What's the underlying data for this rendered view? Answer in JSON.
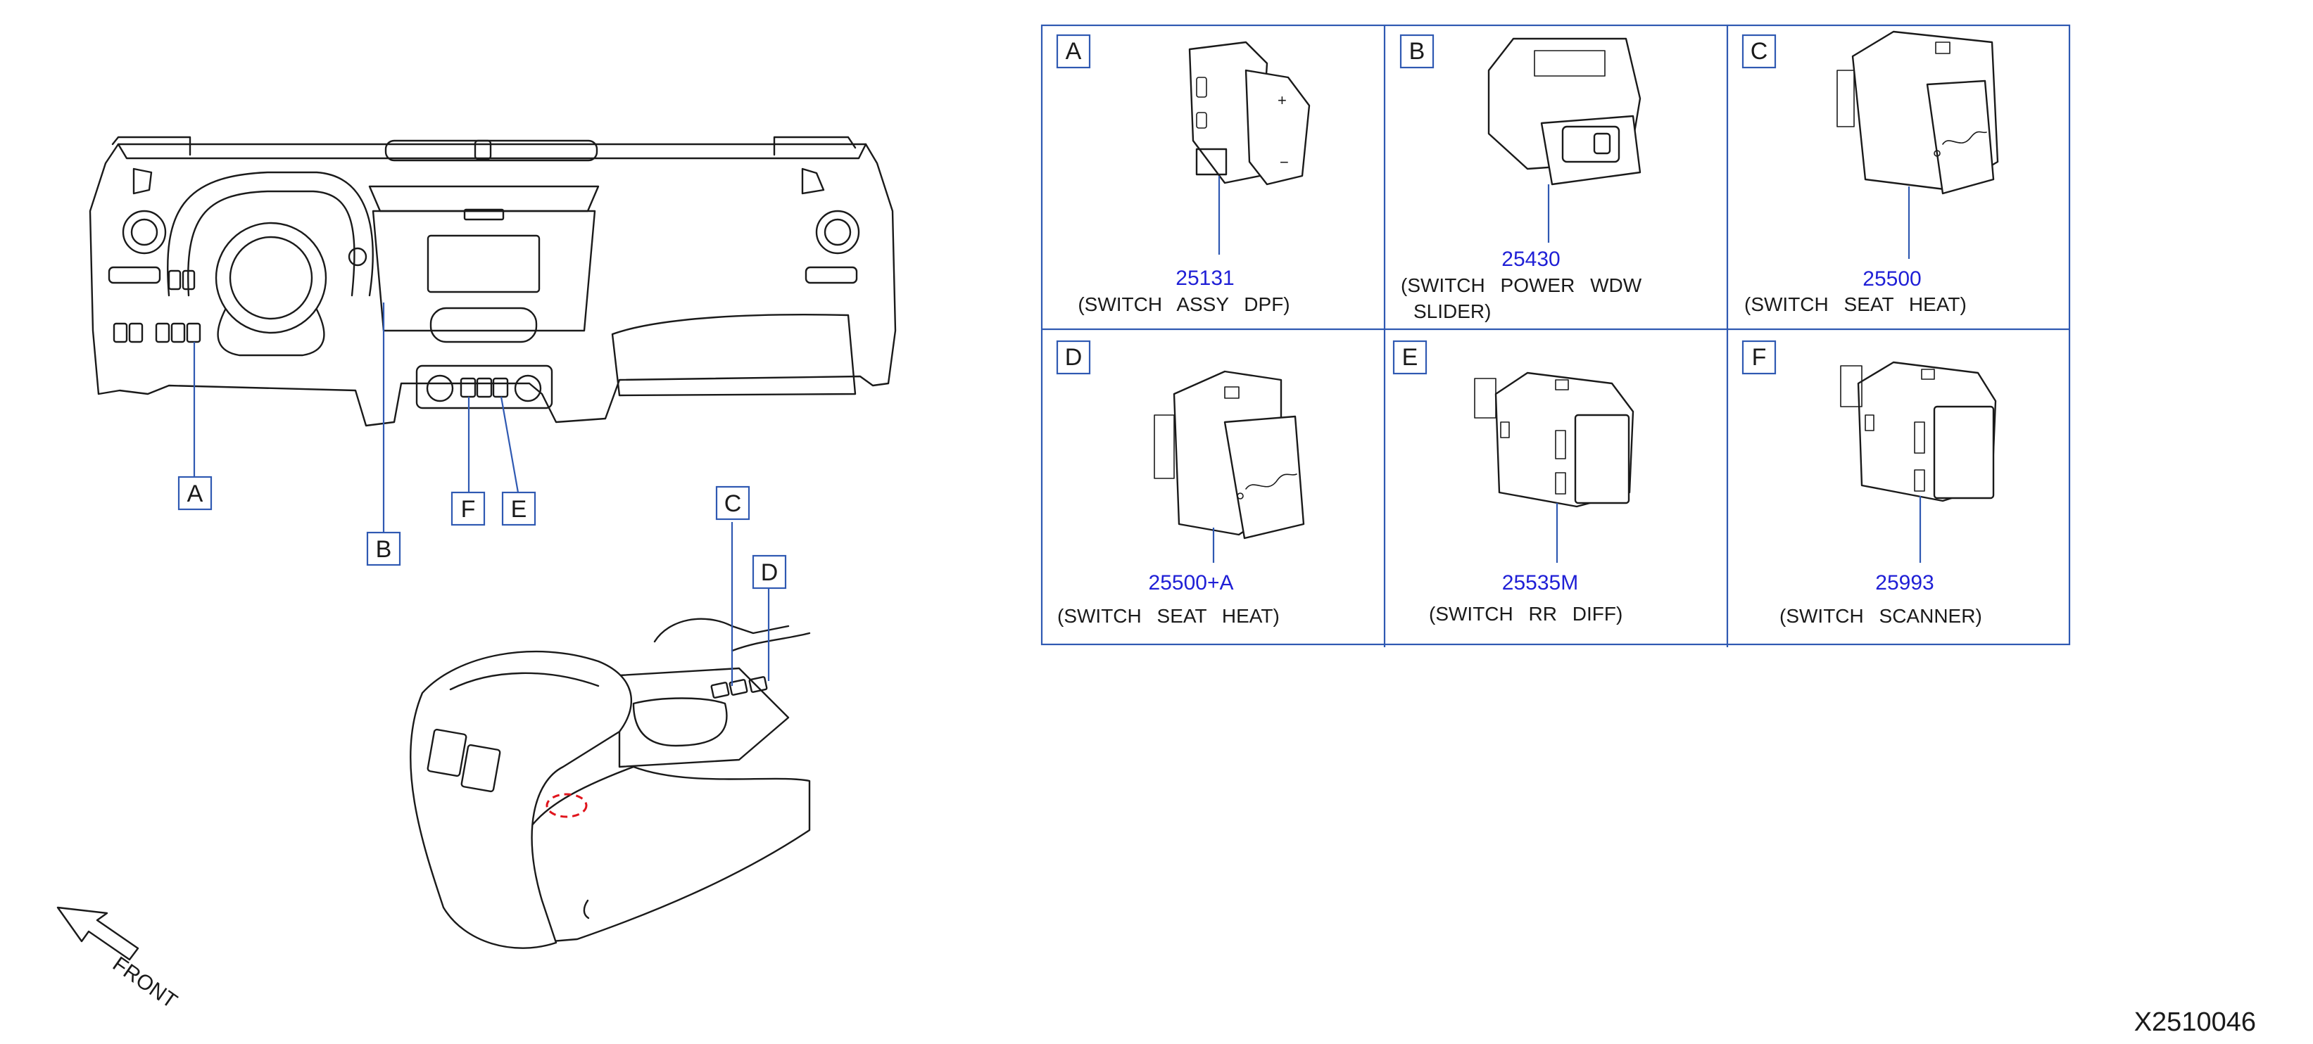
{
  "overview": {
    "callouts": [
      "A",
      "B",
      "C",
      "D",
      "E",
      "F"
    ],
    "front_label": "FRONT"
  },
  "parts": [
    {
      "letter": "A",
      "part_number": "25131",
      "description": "(SWITCH ASSY DPF)"
    },
    {
      "letter": "B",
      "part_number": "25430",
      "description": "(SWITCH POWER WDW",
      "description2": "SLIDER)"
    },
    {
      "letter": "C",
      "part_number": "25500",
      "description": "(SWITCH SEAT HEAT)"
    },
    {
      "letter": "D",
      "part_number": "25500+A",
      "description": "(SWITCH SEAT HEAT)"
    },
    {
      "letter": "E",
      "part_number": "25535M",
      "description": "(SWITCH RR DIFF)"
    },
    {
      "letter": "F",
      "part_number": "25993",
      "description": "(SWITCH SCANNER)"
    }
  ],
  "drawing_code": "X2510046"
}
